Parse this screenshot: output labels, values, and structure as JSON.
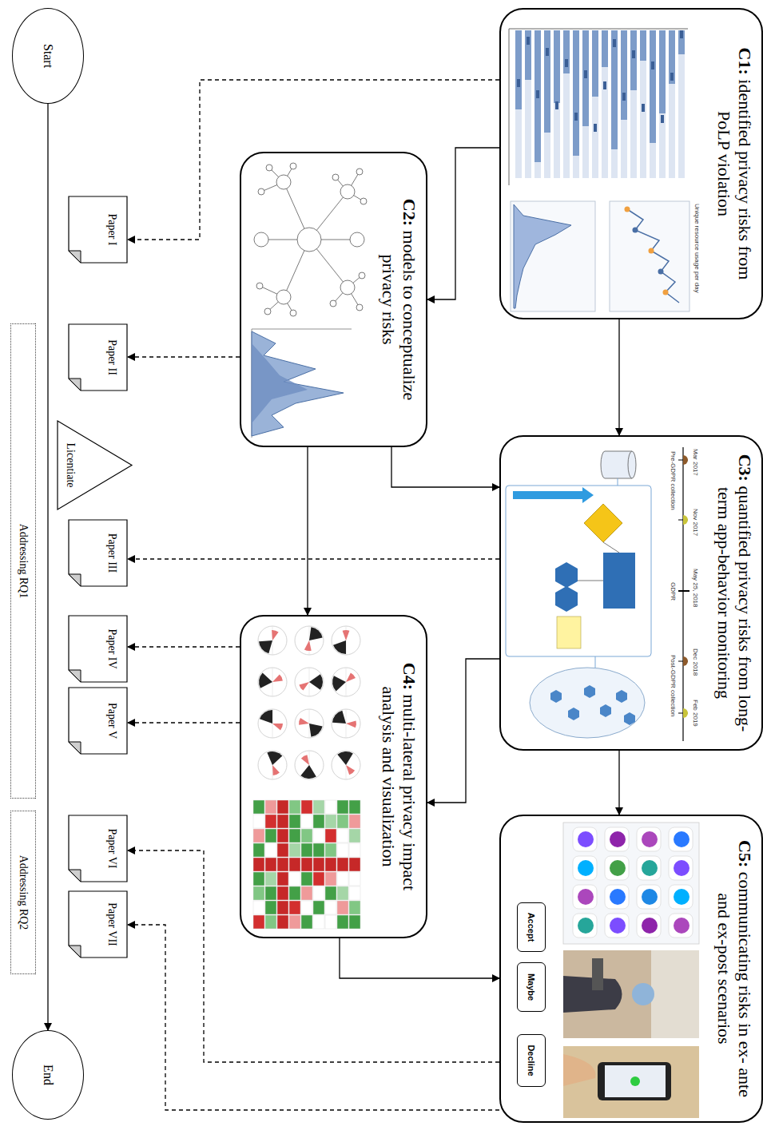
{
  "diagram": {
    "nodes": [
      {
        "text": [
          "C1: identified privacy risks from PoLP violation"
        ]
      },
      {
        "text": [
          "C2: models to conceptualize privacy risks"
        ]
      },
      {
        "text": [
          "C3: quantified privacy risks from long-term app-behavior monitoring"
        ]
      },
      {
        "text": [
          "C4: multi-lateral privacy impact analysis and visualization"
        ]
      },
      {
        "text": [
          "C5: communicating risks in ex- ante and ex-post scenarios"
        ]
      },
      {
        "text": [
          "Accept"
        ],
        "in": 4
      },
      {
        "text": [
          "Maybe"
        ],
        "in": 4
      },
      {
        "text": [
          "Decline"
        ],
        "in": 4
      },
      {
        "text": [
          "Start"
        ]
      },
      {
        "text": [
          "Paper I"
        ]
      },
      {
        "text": [
          "Paper II"
        ]
      },
      {
        "text": [
          "Licentiate"
        ]
      },
      {
        "text": [
          "Paper III"
        ]
      },
      {
        "text": [
          "Paper IV"
        ]
      },
      {
        "text": [
          "Paper V"
        ]
      },
      {
        "text": [
          "Paper VI"
        ]
      },
      {
        "text": [
          "Paper VII"
        ]
      },
      {
        "text": [
          "End"
        ]
      },
      {
        "text": [
          "Addressing RQ1"
        ]
      },
      {
        "text": [
          "Addressing RQ2"
        ]
      }
    ],
    "edges": [
      {
        "from": 0,
        "to": 1,
        "arrow": "to"
      },
      {
        "from": 0,
        "to": 2,
        "arrow": "to"
      },
      {
        "from": 1,
        "to": 2,
        "arrow": "to"
      },
      {
        "from": 1,
        "to": 3,
        "arrow": "to"
      },
      {
        "from": 2,
        "to": 3,
        "arrow": "to"
      },
      {
        "from": 2,
        "to": 4,
        "arrow": "to"
      },
      {
        "from": 3,
        "to": 4,
        "arrow": "to"
      },
      {
        "from": 0,
        "to": 9,
        "arrow": "to"
      },
      {
        "from": 1,
        "to": 10,
        "arrow": "to"
      },
      {
        "from": 2,
        "to": 12,
        "arrow": "to"
      },
      {
        "from": 3,
        "to": 13,
        "arrow": "to"
      },
      {
        "from": 3,
        "to": 14,
        "arrow": "to"
      },
      {
        "from": 4,
        "to": 15,
        "arrow": "to"
      },
      {
        "from": 4,
        "to": 16,
        "arrow": "to"
      },
      {
        "from": 8,
        "to": 17,
        "arrow": "to"
      }
    ],
    "labels": [
      "Unique resource usage per day",
      "Mar 2017",
      "Nov 2017",
      "May 25, 2018",
      "Dec 2018",
      "Feb 2019",
      "Pre-GDPR collection",
      "GDPR",
      "Post-GDPR collection"
    ]
  }
}
